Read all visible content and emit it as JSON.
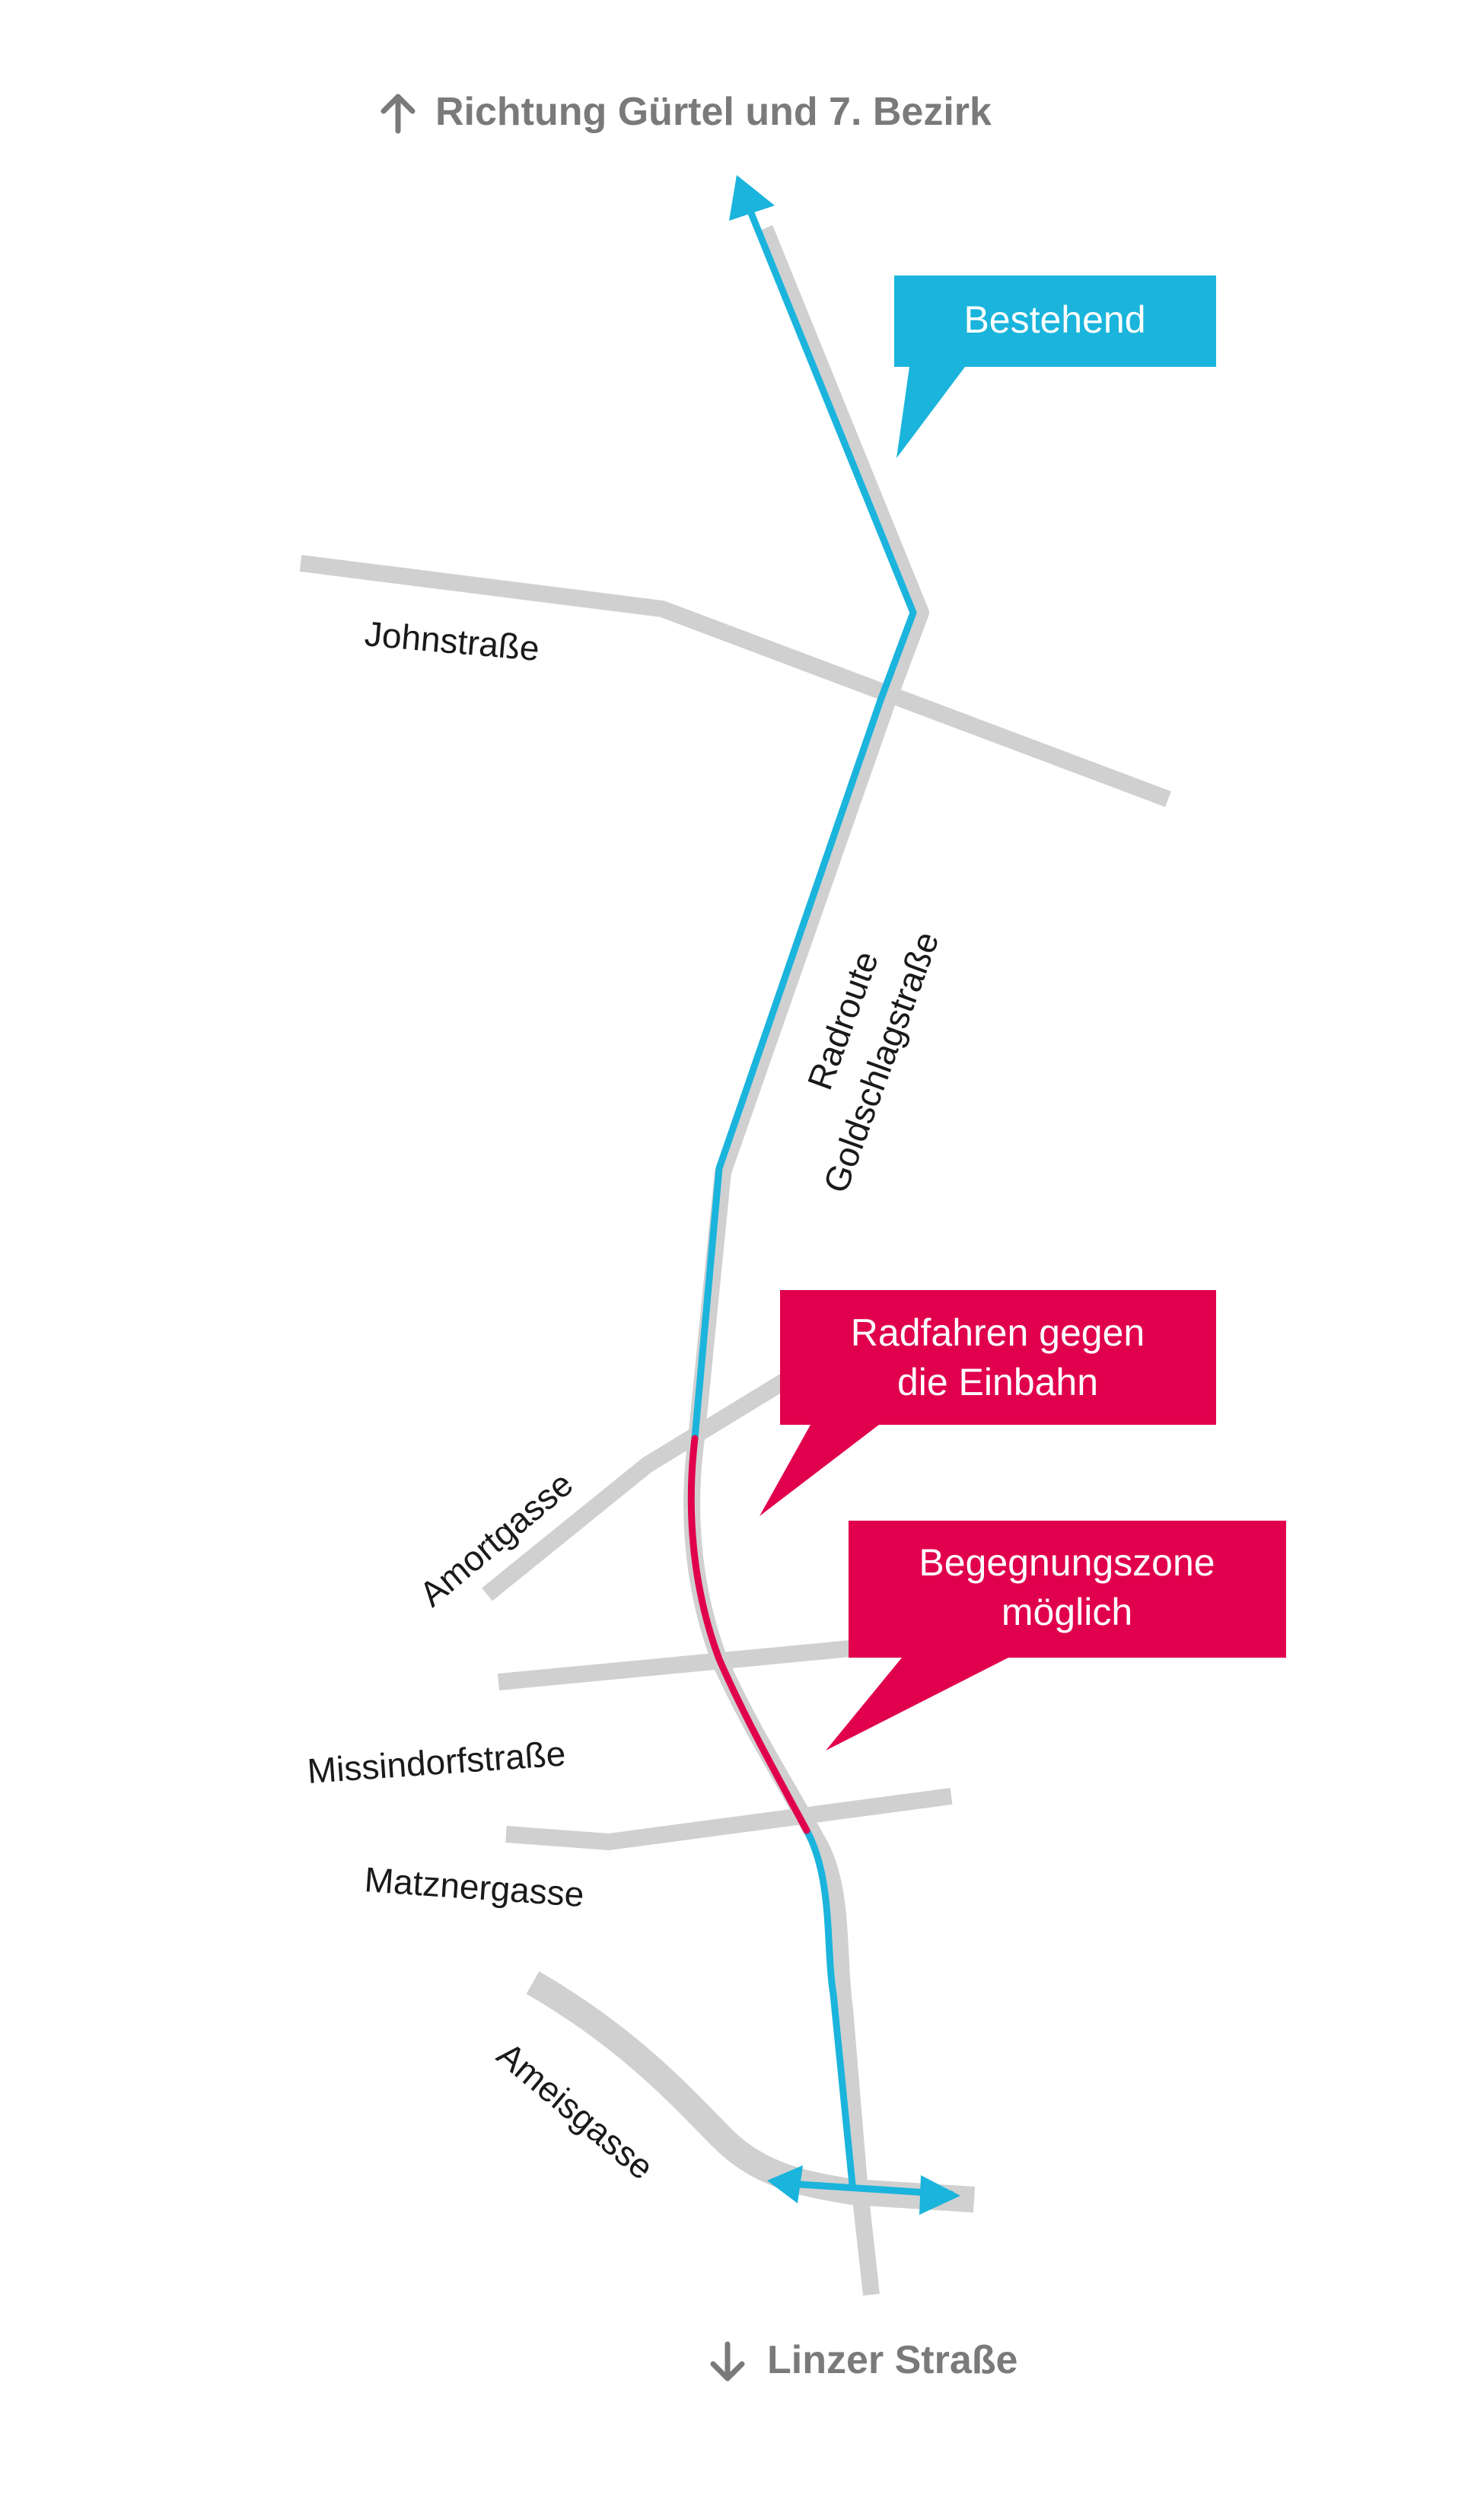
{
  "map": {
    "direction_north": "Richtung Gürtel und 7. Bezirk",
    "direction_south": "Linzer Straße",
    "route_label_line1": "Radroute",
    "route_label_line2": "Goldschlagstraße",
    "streets": {
      "johnstrasse": "Johnstraße",
      "amortgasse": "Amortgasse",
      "missindorfstrasse": "Missindorfstraße",
      "matznergasse": "Matznergasse",
      "ameisgasse": "Ameisgasse"
    },
    "callouts": {
      "bestehend": "Bestehend",
      "gegen_einbahn_line1": "Radfahren gegen",
      "gegen_einbahn_line2": "die Einbahn",
      "begegnungszone_line1": "Begegnungszone",
      "begegnungszone_line2": "möglich"
    },
    "colors": {
      "existing": "#1ab4dc",
      "new": "#e0004d",
      "street": "#d0d0d0",
      "direction_text": "#7a7a7a"
    }
  }
}
